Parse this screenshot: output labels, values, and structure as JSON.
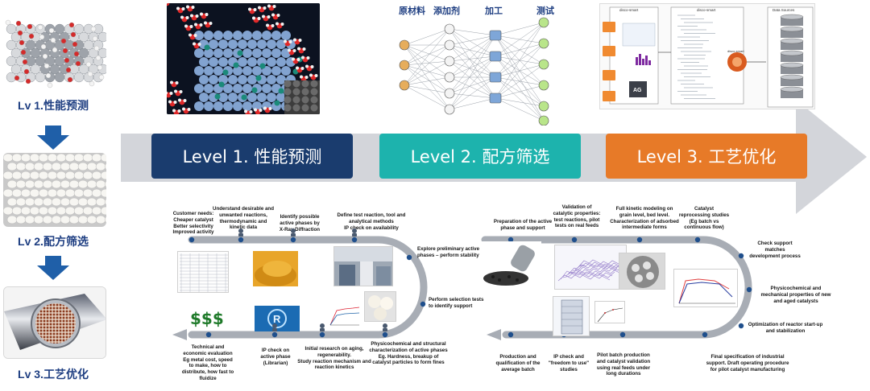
{
  "left": {
    "lv1_label": "Lv 1.性能预测",
    "lv2_label": "Lv 2.配方筛选",
    "lv3_label": "Lv 3.工艺优化"
  },
  "nn": {
    "headers": [
      "原材料",
      "添加剂",
      "加工",
      "测试"
    ]
  },
  "arch": {
    "panel_titles": [
      "disco-smart",
      "disco-smart",
      "Data Sources"
    ],
    "engine_label": "disco-smart",
    "ag_label": "AG"
  },
  "levels": {
    "level1": "Level 1. 性能预测",
    "level2": "Level 2. 配方筛选",
    "level3": "Level 3. 工艺优化"
  },
  "flow1": {
    "customer_needs": "Customer needs:\nCheaper catalyst\nBetter selectivity\nImproved activity",
    "understand": "Understand desirable and\nunwanted reactions,\nthermodynamic and\nkinetic data",
    "identify": "Identify possible\nactive phases by\nX-Ray Diffraction",
    "define": "Define test reaction, tool and\nanalytical methods\nIP check on availability",
    "explore": "Explore preliminary active\nphases – perform stability",
    "perform": "Perform selection tests\nto identify support",
    "physico": "Physicochemical and structural\ncharacterization of active phases\nEg. Hardness, breakup of\ncatalyst particles to form fines",
    "initial": "Initial research on aging,\nregenerability.\nStudy reaction mechanism and\nreaction kinetics",
    "ip_check": "IP check on\nactive phase\n(Librarian)",
    "technical": "Technical and\neconomic evaluation\nEg metal cost, speed\nto make, how to\ndistribute, how fast to\nfluidize",
    "dollars": "$$$"
  },
  "flow2": {
    "preparation": "Preparation of the active\nphase and support",
    "validation": "Validation of\ncatalytic properties:\ntest reactions, pilot\ntests on real feeds",
    "kinetic": "Full kinetic modeling on\ngrain level, bed level.\nCharacterization of adsorbed\nintermediate forms",
    "reprocessing": "Catalyst\nreprocessing studies\n(Eg batch vs\ncontinuous flow)",
    "check_support": "Check support\nmatches\ndevelopment process",
    "physico2": "Physicochemical and\nmechanical properties of new\nand aged catalysts",
    "optimization": "Optimization of reactor start-up\nand stabilization",
    "final_spec": "Final specification of industrial\nsupport. Draft operating procedure\nfor pilot catalyst manufacturing",
    "pilot_batch": "Pilot batch production\nand catalyst validation\nusing real feeds under\nlong durations",
    "ip_freedom": "IP check and\n\"freedom to use\"\nstudies",
    "production": "Production and\nqualification of the\naverage batch"
  },
  "colors": {
    "level1": "#1a3c6e",
    "level2": "#1db3ad",
    "level3": "#e77a28",
    "label_blue": "#1f3f82",
    "arrow_gray": "#d3d5da",
    "flow_line": "#a8adb5",
    "node_blue": "#1f4f8c"
  }
}
